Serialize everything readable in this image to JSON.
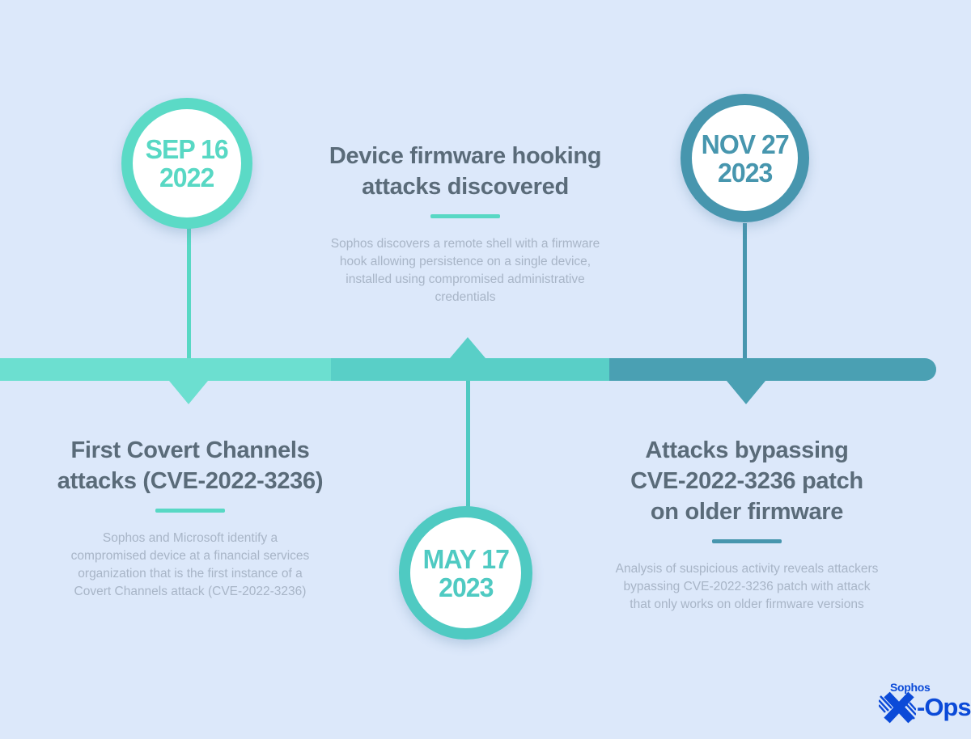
{
  "background": "#DCE8FA",
  "palette": {
    "teal_light": "#6CDFD0",
    "teal_mid": "#59CFC7",
    "teal_dark": "#4AA0B3",
    "accent_sep": "#58D8C4",
    "accent_may": "#4FCAC2",
    "accent_nov": "#4796AE",
    "heading_text": "#5A6B79",
    "body_text": "#A8B5C7",
    "logo_blue": "#0B4AD8"
  },
  "events": [
    {
      "id": "sep-16-2022",
      "date_line1": "SEP 16",
      "date_line2": "2022",
      "title_line1": "First Covert Channels",
      "title_line2": "attacks (CVE-2022-3236)",
      "title_line3": "",
      "description": "Sophos and Microsoft identify a compromised device at a financial services organization that is the first instance of a Covert Channels attack (CVE-2022-3236)"
    },
    {
      "id": "may-17-2023",
      "date_line1": "MAY 17",
      "date_line2": "2023",
      "title_line1": "Device firmware hooking",
      "title_line2": "attacks discovered",
      "title_line3": "",
      "description": "Sophos discovers a remote shell with a firmware hook allowing persistence on a single device, installed using compromised administrative credentials"
    },
    {
      "id": "nov-27-2023",
      "date_line1": "NOV 27",
      "date_line2": "2023",
      "title_line1": "Attacks bypassing",
      "title_line2": "CVE-2022-3236 patch",
      "title_line3": "on older firmware",
      "description": "Analysis of suspicious activity reveals attackers bypassing CVE-2022-3236 patch with attack that only works on older firmware versions"
    }
  ],
  "logo": {
    "brand": "Sophos",
    "suffix": "-Ops"
  }
}
